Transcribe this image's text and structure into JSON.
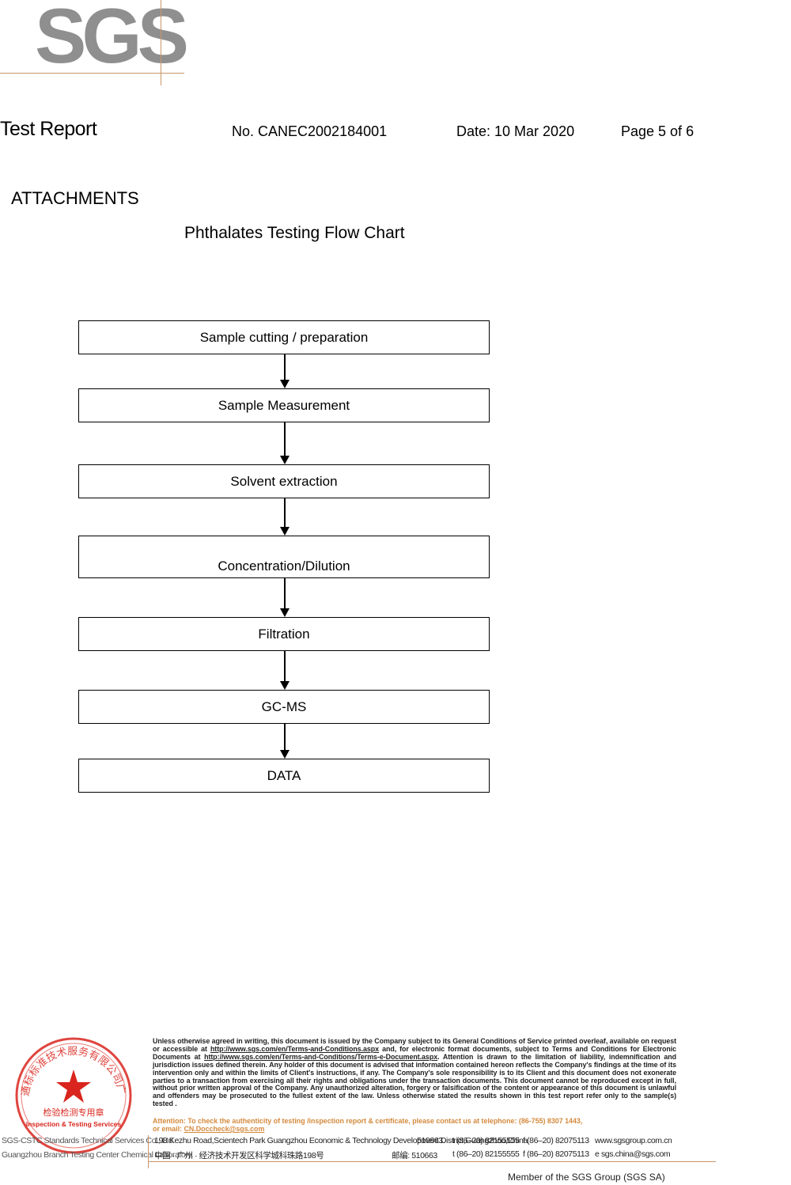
{
  "logo": {
    "text": "SGS"
  },
  "header": {
    "title": "Test Report",
    "number": "No. CANEC2002184001",
    "date": "Date: 10 Mar 2020",
    "page": "Page 5 of 6"
  },
  "section": {
    "heading": "ATTACHMENTS",
    "chart_title": "Phthalates Testing Flow Chart"
  },
  "flow": {
    "steps": [
      "Sample cutting / preparation",
      "Sample Measurement",
      "Solvent extraction",
      "Concentration/Dilution",
      "Filtration",
      "GC-MS",
      "DATA"
    ]
  },
  "footer": {
    "legal_1": "Unless otherwise agreed in writing, this document is issued by the Company subject to its General Conditions of Service printed overleaf, available on request or accessible at ",
    "legal_url1": "http://www.sgs.com/en/Terms-and-Conditions.aspx",
    "legal_2": " and, for electronic format documents, subject to Terms and Conditions for Electronic Documents at ",
    "legal_url2": "http://www.sgs.com/en/Terms-and-Conditions/Terms-e-Document.aspx",
    "legal_3": ". Attention is drawn to the limitation of liability, indemnification and jurisdiction issues defined therein. Any holder of this document is advised that information contained hereon reflects the Company's findings at the time of its intervention only and within the limits of Client's instructions, if any. The Company's sole responsibility is to its Client and this document does not exonerate parties to a transaction from exercising all their rights and obligations under the transaction documents. This document cannot be reproduced except in full, without prior written approval of the Company. Any unauthorized alteration, forgery or falsification of the content or appearance of this document is unlawful and offenders may be prosecuted to the fullest extent of the law. Unless otherwise stated the results shown in this test report refer only to the sample(s) tested .",
    "attention": "Attention: To check the authenticity of testing /inspection report & certificate, please contact us at telephone: (86-755) 8307 1443,",
    "email_prefix": "or email: ",
    "email": "CN.Doccheck@sgs.com",
    "seal_caption_1": "SGS-CSTC Standards Technical Services Co., Ltd.",
    "seal_caption_2": "Guangzhou Branch Testing Center Chemical Laboratory.",
    "seal_text_cn": "通标标准技术服务有限公司广州分公司",
    "seal_text_cn2": "检验检测专用章",
    "seal_text_en": "Inspection & Testing Services",
    "addr_en": "198 Kezhu Road,Scientech Park Guangzhou Economic & Technology Development District,Guangzhou,China",
    "zip_en": "510663",
    "tel_en": "t  (86–20) 82155555",
    "fax_en": "f  (86–20) 82075113",
    "web": "www.sgsgroup.com.cn",
    "addr_cn": "中国 · 广州 · 经济技术开发区科学城科珠路198号",
    "zip_cn": "邮编: 510663",
    "tel_cn": "t  (86–20) 82155555",
    "fax_cn": "f  (86–20) 82075113",
    "email_cn": "e  sgs.china@sgs.com",
    "member": "Member of the SGS Group (SGS SA)"
  },
  "colors": {
    "accent": "#c9956a",
    "logo_gray": "#8f8f8f",
    "seal_red": "#d9251d",
    "attention": "#d4893c"
  }
}
